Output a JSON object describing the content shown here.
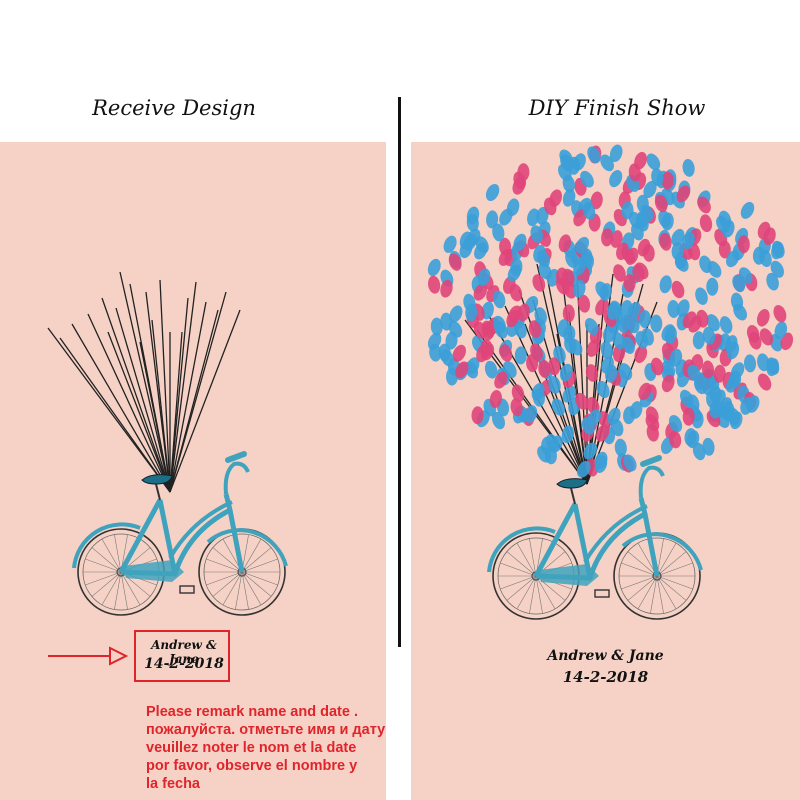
{
  "headings": {
    "left": "Receive Design",
    "right": "DIY Finish Show"
  },
  "names": {
    "couple": "Andrew & Jane",
    "date": "14-2-2018"
  },
  "note": {
    "lines": [
      "Please remark name and date .",
      "пожалуйста. отметьте имя и дату",
      "veuillez noter le nom et la date",
      "por favor, observe el nombre y",
      "la fecha"
    ]
  },
  "colors": {
    "background": "#f6d2c6",
    "bike_frame": "#3fa3bd",
    "accent_red": "#e0242b",
    "fingerprint_blue": "#3b9fd8",
    "fingerprint_pink": "#e0457a"
  }
}
